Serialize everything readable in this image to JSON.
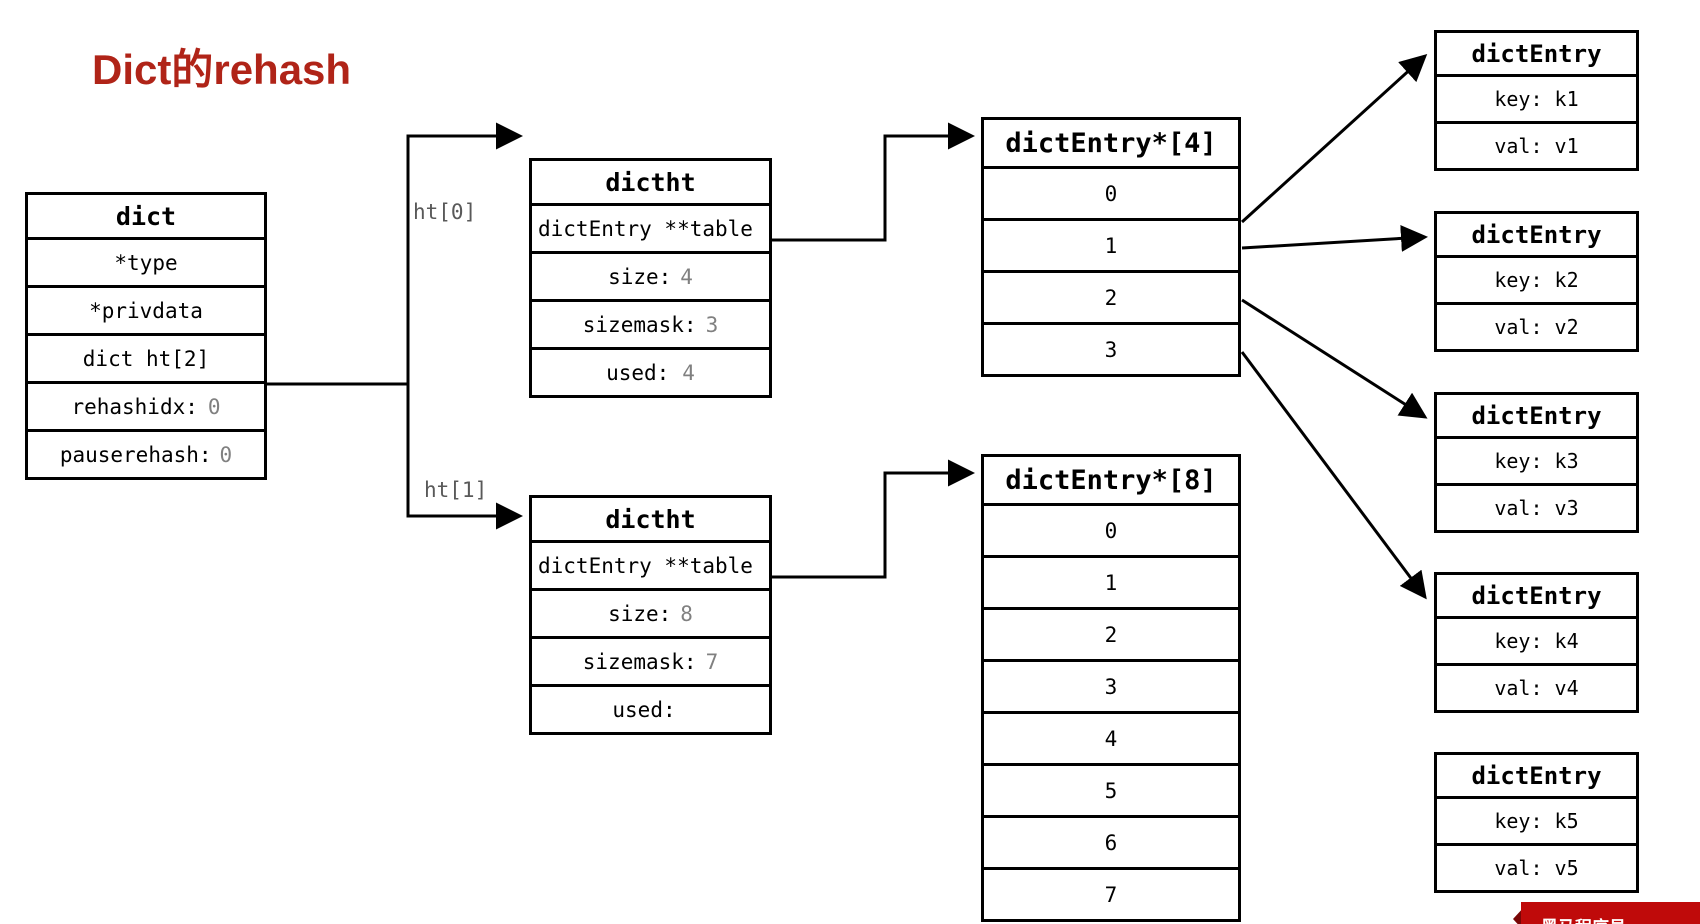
{
  "page": {
    "title": "Dict的rehash",
    "title_color": "#b02418",
    "background": "#ffffff",
    "line_color": "#000000",
    "value_color": "#808080"
  },
  "dict": {
    "header": "dict",
    "rows": [
      {
        "label": "*type",
        "value": ""
      },
      {
        "label": "*privdata",
        "value": ""
      },
      {
        "label": "dict ht[2]",
        "value": ""
      },
      {
        "label": "rehashidx:",
        "value": "0"
      },
      {
        "label": "pauserehash:",
        "value": "0"
      }
    ]
  },
  "hashtables": [
    {
      "edge_label": "ht[0]",
      "header": "dictht",
      "rows": [
        {
          "label": "dictEntry **table",
          "value": ""
        },
        {
          "label": "size:",
          "value": "4"
        },
        {
          "label": "sizemask:",
          "value": "3"
        },
        {
          "label": "used:",
          "value": "4"
        }
      ]
    },
    {
      "edge_label": "ht[1]",
      "header": "dictht",
      "rows": [
        {
          "label": "dictEntry **table",
          "value": ""
        },
        {
          "label": "size:",
          "value": "8"
        },
        {
          "label": "sizemask:",
          "value": "7"
        },
        {
          "label": "used:",
          "value": ""
        }
      ]
    }
  ],
  "arrays": [
    {
      "header": "dictEntry*[4]",
      "slots": [
        "0",
        "1",
        "2",
        "3"
      ]
    },
    {
      "header": "dictEntry*[8]",
      "slots": [
        "0",
        "1",
        "2",
        "3",
        "4",
        "5",
        "6",
        "7"
      ]
    }
  ],
  "entries": [
    {
      "header": "dictEntry",
      "key": "key: k1",
      "val": "val: v1"
    },
    {
      "header": "dictEntry",
      "key": "key: k2",
      "val": "val: v2"
    },
    {
      "header": "dictEntry",
      "key": "key: k3",
      "val": "val: v3"
    },
    {
      "header": "dictEntry",
      "key": "key: k4",
      "val": "val: v4"
    },
    {
      "header": "dictEntry",
      "key": "key: k5",
      "val": "val: v5"
    }
  ],
  "watermark": {
    "text": "黑马程序员",
    "color": "#bf0a0a"
  }
}
